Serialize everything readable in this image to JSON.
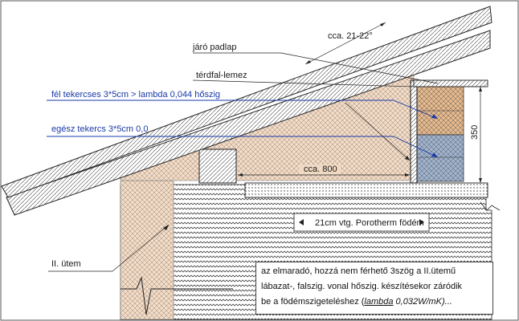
{
  "labels": {
    "angle": "cca. 21-22°",
    "jaro_padlap": "járó padlap",
    "terdfal_lemez": "térdfal-lemez",
    "fel_tekercses": "fél tekercses 3*5cm > lambda 0,044 hőszig",
    "egesz_tekercs": "egész tekercs 3*5cm  0,0",
    "dim_800": "cca. 800",
    "dim_350": "350",
    "slab": "21cm vtg. Porotherm födém",
    "ii_utem": "II. ütem"
  },
  "note": {
    "line1": "az elmaradó, hozzá nem férhető 3szög a II.ütemű",
    "line2": "lábazat-, falszig. vonal hőszig.  készítésekor záródik",
    "line3_prefix": "be a födémszigeteléshez (",
    "line3_lambda": "lambda",
    "line3_suffix": " 0,032W/mK)..."
  },
  "colors": {
    "insulation_fill": "#f3dcc6",
    "wall_orange": "#e6b98c",
    "wall_blue": "#9fb3cf",
    "leader_blue": "#1a3aa8",
    "hatch": "#333333"
  }
}
